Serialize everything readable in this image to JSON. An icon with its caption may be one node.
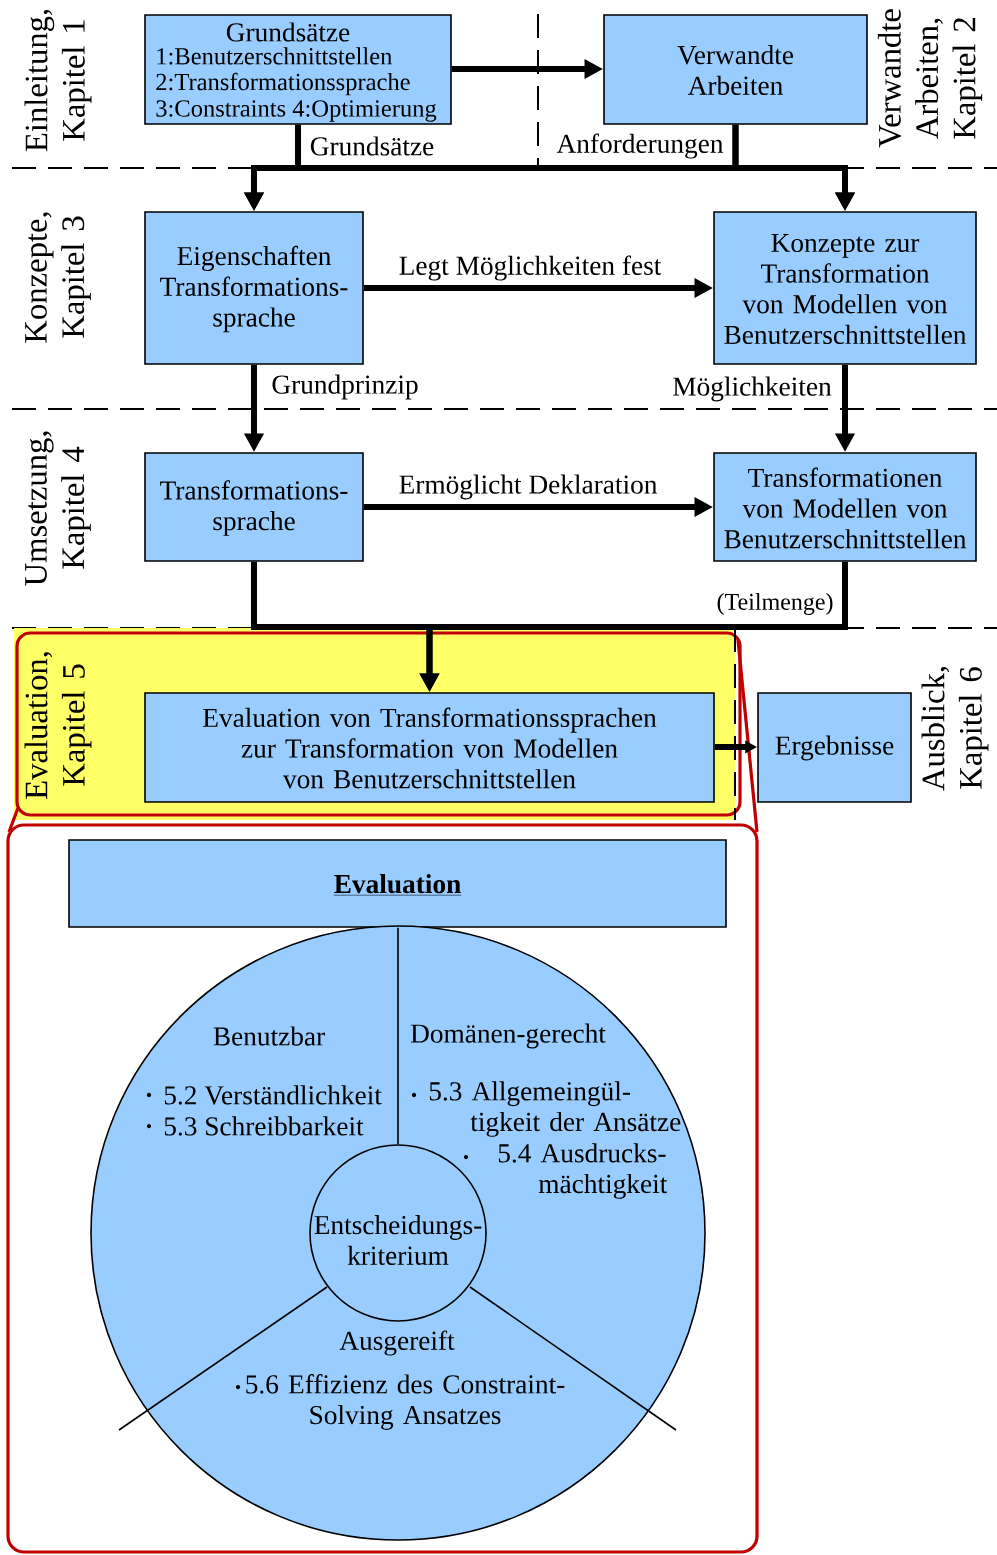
{
  "diagram": {
    "nodes": [
      {
        "text": [
          "Grundsätze",
          "1:Benutzerschnittstellen",
          "2:Transformationssprache",
          "3:Constraints 4:Optimierung"
        ]
      },
      {
        "text": [
          "Verwandte Arbeiten"
        ]
      },
      {
        "text": [
          "Eigenschaften Transformations- sprache"
        ]
      },
      {
        "text": [
          "Konzepte zur Transformation von Modellen von Benutzerschnittstellen"
        ]
      },
      {
        "text": [
          "Transformations- sprache"
        ]
      },
      {
        "text": [
          "Transformationen von Modellen von Benutzerschnittstellen"
        ]
      },
      {
        "text": [
          "Evaluation, Kapitel 5"
        ]
      },
      {
        "text": [
          "Evaluation von Transformationssprachen zur Transformation von Modellen von Benutzerschnittstellen"
        ],
        "in": 6
      },
      {
        "text": [
          "Ergebnisse"
        ]
      },
      {
        "text": [],
        "shape": "box"
      },
      {
        "text": [
          "Evaluation"
        ],
        "in": 9
      },
      {
        "text": [
          "Benutzbar",
          "5.2 Verständlichkeit",
          "5.3 Schreibbarkeit",
          "Domänen-gerecht",
          "5.3 Allgemeingül- tigkeit der Ansätze",
          "5.4 Ausdrucks- mächtigkeit",
          "Ausgereift",
          "5.6 Effizienz des Constraint- Solving Ansatzes"
        ],
        "in": 9
      },
      {
        "text": [
          "Entscheidungs- kriterium"
        ],
        "in": 11
      }
    ],
    "edges": [
      {
        "from": 0,
        "to": 1,
        "arrow": "to"
      },
      {
        "from": 0,
        "to": 2,
        "arrow": "to",
        "label": "Grundsätze"
      },
      {
        "from": 0,
        "to": 3,
        "arrow": "to"
      },
      {
        "from": 1,
        "to": 2,
        "arrow": "to"
      },
      {
        "from": 1,
        "to": 3,
        "arrow": "to",
        "label": "Anforderungen"
      },
      {
        "from": 2,
        "to": 3,
        "arrow": "to",
        "label": "Legt Möglichkeiten fest"
      },
      {
        "from": 2,
        "to": 4,
        "arrow": "to",
        "label": "Grundprinzip"
      },
      {
        "from": 3,
        "to": 5,
        "arrow": "to",
        "label": "Möglichkeiten"
      },
      {
        "from": 4,
        "to": 5,
        "arrow": "to",
        "label": "Ermöglicht Deklaration"
      },
      {
        "from": 4,
        "to": 7,
        "arrow": "to"
      },
      {
        "from": 5,
        "to": 7,
        "arrow": "to",
        "label": "(Teilmenge)"
      },
      {
        "from": 7,
        "to": 8,
        "arrow": "to"
      },
      {
        "from": 12,
        "to": 10,
        "arrow": "none"
      }
    ],
    "labels": [
      "Einleitung, Kapitel 1",
      "Verwandte Arbeiten, Kapitel 2",
      "Konzepte, Kapitel 3",
      "Umsetzung, Kapitel 4",
      "Ausblick, Kapitel 6"
    ]
  }
}
